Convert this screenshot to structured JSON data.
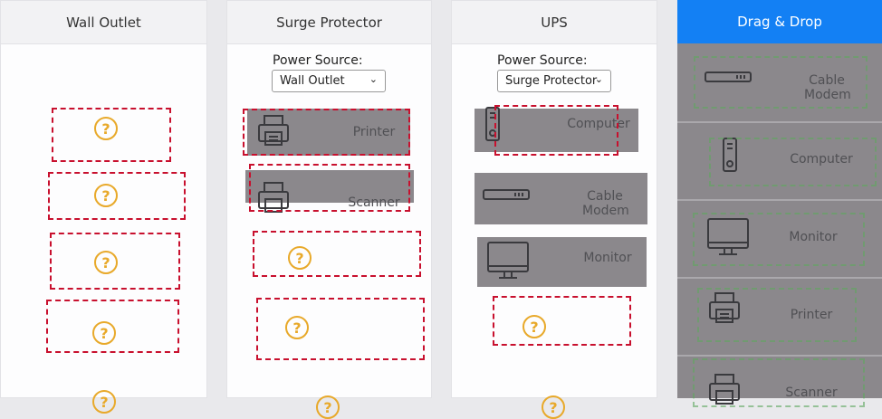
{
  "columns": [
    {
      "header": "Wall Outlet"
    },
    {
      "header": "Surge Protector",
      "power_label": "Power Source:",
      "power_value": "Wall Outlet"
    },
    {
      "header": "UPS",
      "power_label": "Power Source:",
      "power_value": "Surge Protector"
    },
    {
      "header": "Drag & Drop"
    }
  ],
  "devices": {
    "printer": "Printer",
    "scanner": "Scanner",
    "computer": "Computer",
    "cable_modem": "Cable Modem",
    "monitor": "Monitor"
  },
  "drop_placeholder": "?",
  "colors": {
    "accent": "#1380f4",
    "dropzone": "#c8102e",
    "question": "#e8a92a",
    "item": "#8b888c"
  }
}
